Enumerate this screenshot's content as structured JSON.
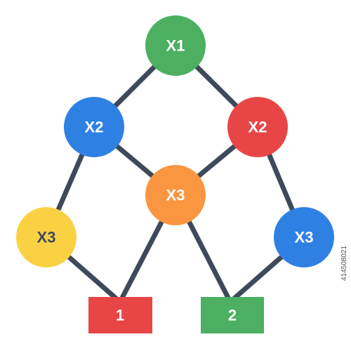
{
  "colors": {
    "edge": "#3e4a5a",
    "green": "#4caf61",
    "blue": "#2f80e3",
    "red": "#e84646",
    "orange": "#fb9640",
    "yellow": "#fbd144",
    "node_text": "#ffffff",
    "dark_text": "#3e4a5a"
  },
  "diagram": {
    "nodes": {
      "root": {
        "label": "X1",
        "color": "green"
      },
      "left_x2": {
        "label": "X2",
        "color": "blue"
      },
      "right_x2": {
        "label": "X2",
        "color": "red"
      },
      "center_x3": {
        "label": "X3",
        "color": "orange"
      },
      "left_x3": {
        "label": "X3",
        "color": "yellow"
      },
      "right_x3": {
        "label": "X3",
        "color": "blue"
      }
    },
    "leaves": {
      "leaf_1": {
        "label": "1",
        "color": "red"
      },
      "leaf_2": {
        "label": "2",
        "color": "green"
      }
    },
    "edges": [
      [
        "root",
        "left_x2"
      ],
      [
        "root",
        "right_x2"
      ],
      [
        "left_x2",
        "left_x3"
      ],
      [
        "left_x2",
        "center_x3"
      ],
      [
        "right_x2",
        "center_x3"
      ],
      [
        "right_x2",
        "right_x3"
      ],
      [
        "left_x3",
        "leaf_1"
      ],
      [
        "center_x3",
        "leaf_1"
      ],
      [
        "center_x3",
        "leaf_2"
      ],
      [
        "right_x3",
        "leaf_2"
      ]
    ]
  },
  "watermark": {
    "id_text": "414508021"
  }
}
